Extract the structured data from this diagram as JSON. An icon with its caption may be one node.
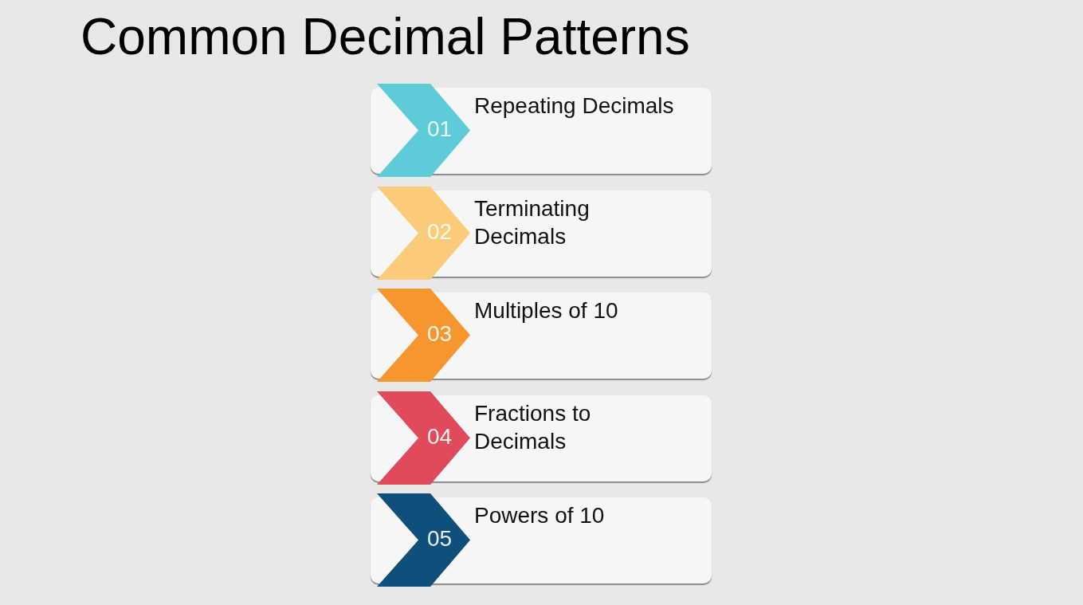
{
  "diagram": {
    "title": "Common Decimal Patterns",
    "nodes": [
      {
        "text": [
          "01",
          "Repeating Decimals"
        ]
      },
      {
        "text": [
          "02",
          "Terminating Decimals"
        ]
      },
      {
        "text": [
          "03",
          "Multiples of 10"
        ]
      },
      {
        "text": [
          "04",
          "Fractions to Decimals"
        ]
      },
      {
        "text": [
          "05",
          "Powers of 10"
        ]
      }
    ]
  }
}
